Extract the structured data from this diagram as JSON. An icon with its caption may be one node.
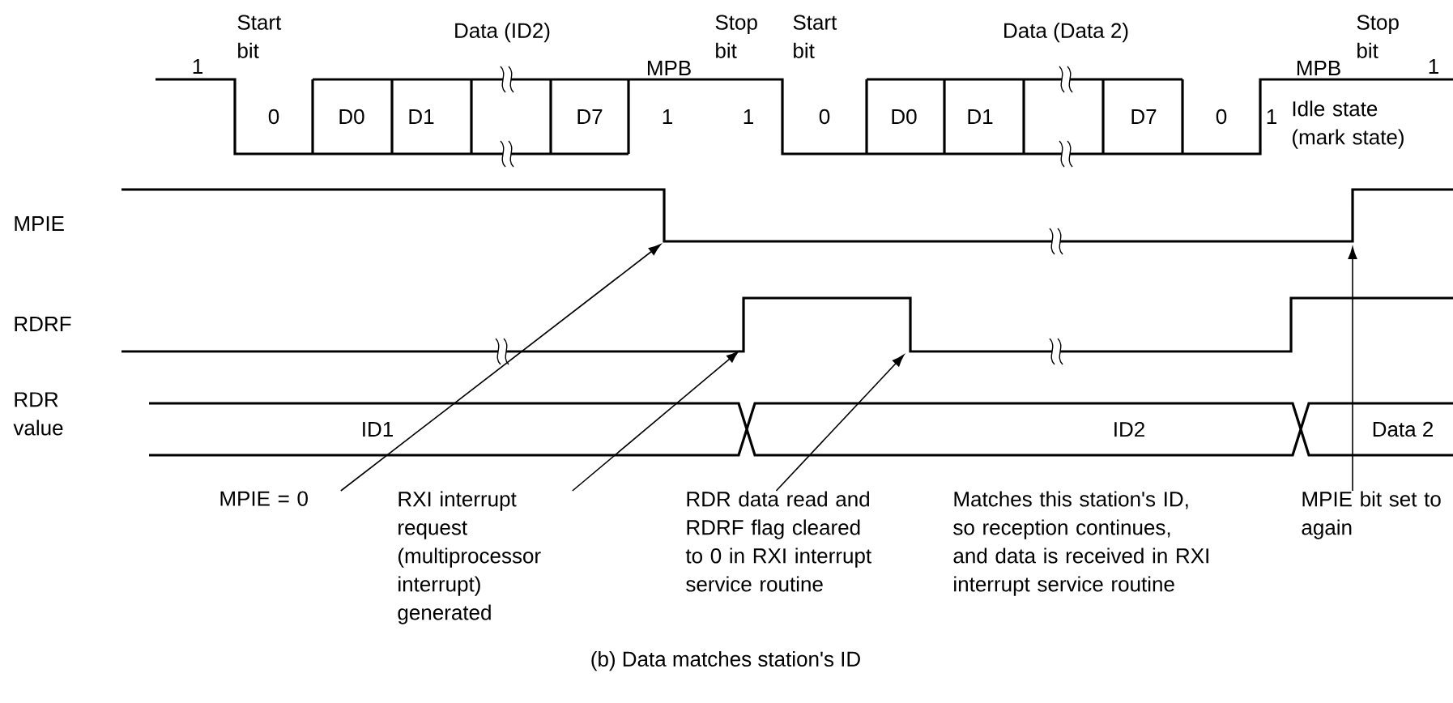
{
  "diagram": {
    "caption": "(b) Data matches station's ID",
    "nodes": [
      {
        "text": [
          "MPIE = 0"
        ]
      },
      {
        "text": [
          "RXI interrupt request (multiprocessor interrupt) generated"
        ]
      },
      {
        "text": [
          "RDR data read and RDRF flag cleared to 0 in RXI interrupt service routine"
        ]
      },
      {
        "text": [
          "MPIE bit set to again"
        ]
      }
    ],
    "edges": [
      {
        "from": 0,
        "to": null,
        "arrow": "to"
      },
      {
        "from": 1,
        "to": null,
        "arrow": "to"
      },
      {
        "from": 2,
        "to": null,
        "arrow": "to"
      },
      {
        "from": 3,
        "to": null,
        "arrow": "to"
      }
    ],
    "labels": [
      "1",
      "Start bit",
      "Data (ID2)",
      "MPB",
      "Stop bit",
      "Start bit",
      "Data (Data 2)",
      "MPB",
      "Stop bit",
      "1",
      "0",
      "D0",
      "D1",
      "D7",
      "1",
      "1",
      "0",
      "D0",
      "D1",
      "D7",
      "0",
      "1",
      "Idle state (mark state)",
      "MPIE",
      "RDRF",
      "RDR value",
      "ID1",
      "ID2",
      "Data 2",
      "Matches this station's ID, so reception continues, and data is received in RXI interrupt service routine"
    ]
  }
}
